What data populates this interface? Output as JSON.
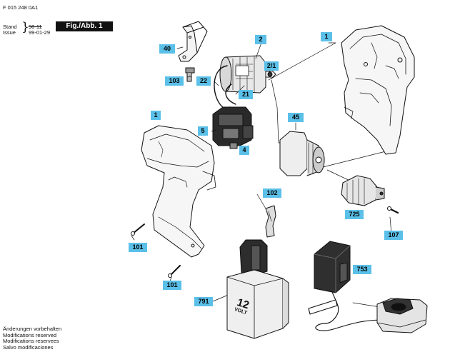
{
  "header": {
    "doc_number": "F 015 248 0A1",
    "stand_label": "Stand",
    "stand_value": "98-11",
    "issue_label": "Issue",
    "issue_value": "99-01-29",
    "figure_label": "Fig./Abb. 1"
  },
  "callouts": [
    {
      "id": "c40",
      "label": "40"
    },
    {
      "id": "c2",
      "label": "2"
    },
    {
      "id": "c21b",
      "label": "2/1"
    },
    {
      "id": "c103",
      "label": "103"
    },
    {
      "id": "c22",
      "label": "22"
    },
    {
      "id": "c21",
      "label": "21"
    },
    {
      "id": "c1a",
      "label": "1"
    },
    {
      "id": "c5",
      "label": "5"
    },
    {
      "id": "c4",
      "label": "4"
    },
    {
      "id": "c45",
      "label": "45"
    },
    {
      "id": "c1b",
      "label": "1"
    },
    {
      "id": "c102",
      "label": "102"
    },
    {
      "id": "c725",
      "label": "725"
    },
    {
      "id": "c107",
      "label": "107"
    },
    {
      "id": "c101a",
      "label": "101"
    },
    {
      "id": "c101b",
      "label": "101"
    },
    {
      "id": "c753",
      "label": "753"
    },
    {
      "id": "c791",
      "label": "791"
    }
  ],
  "battery_text": {
    "voltage": "12",
    "unit": "VOLT"
  },
  "footer": [
    "Änderungen vorbehalten",
    "Modifications reserved",
    "Modifications reservees",
    "Salvo modificaciones"
  ]
}
